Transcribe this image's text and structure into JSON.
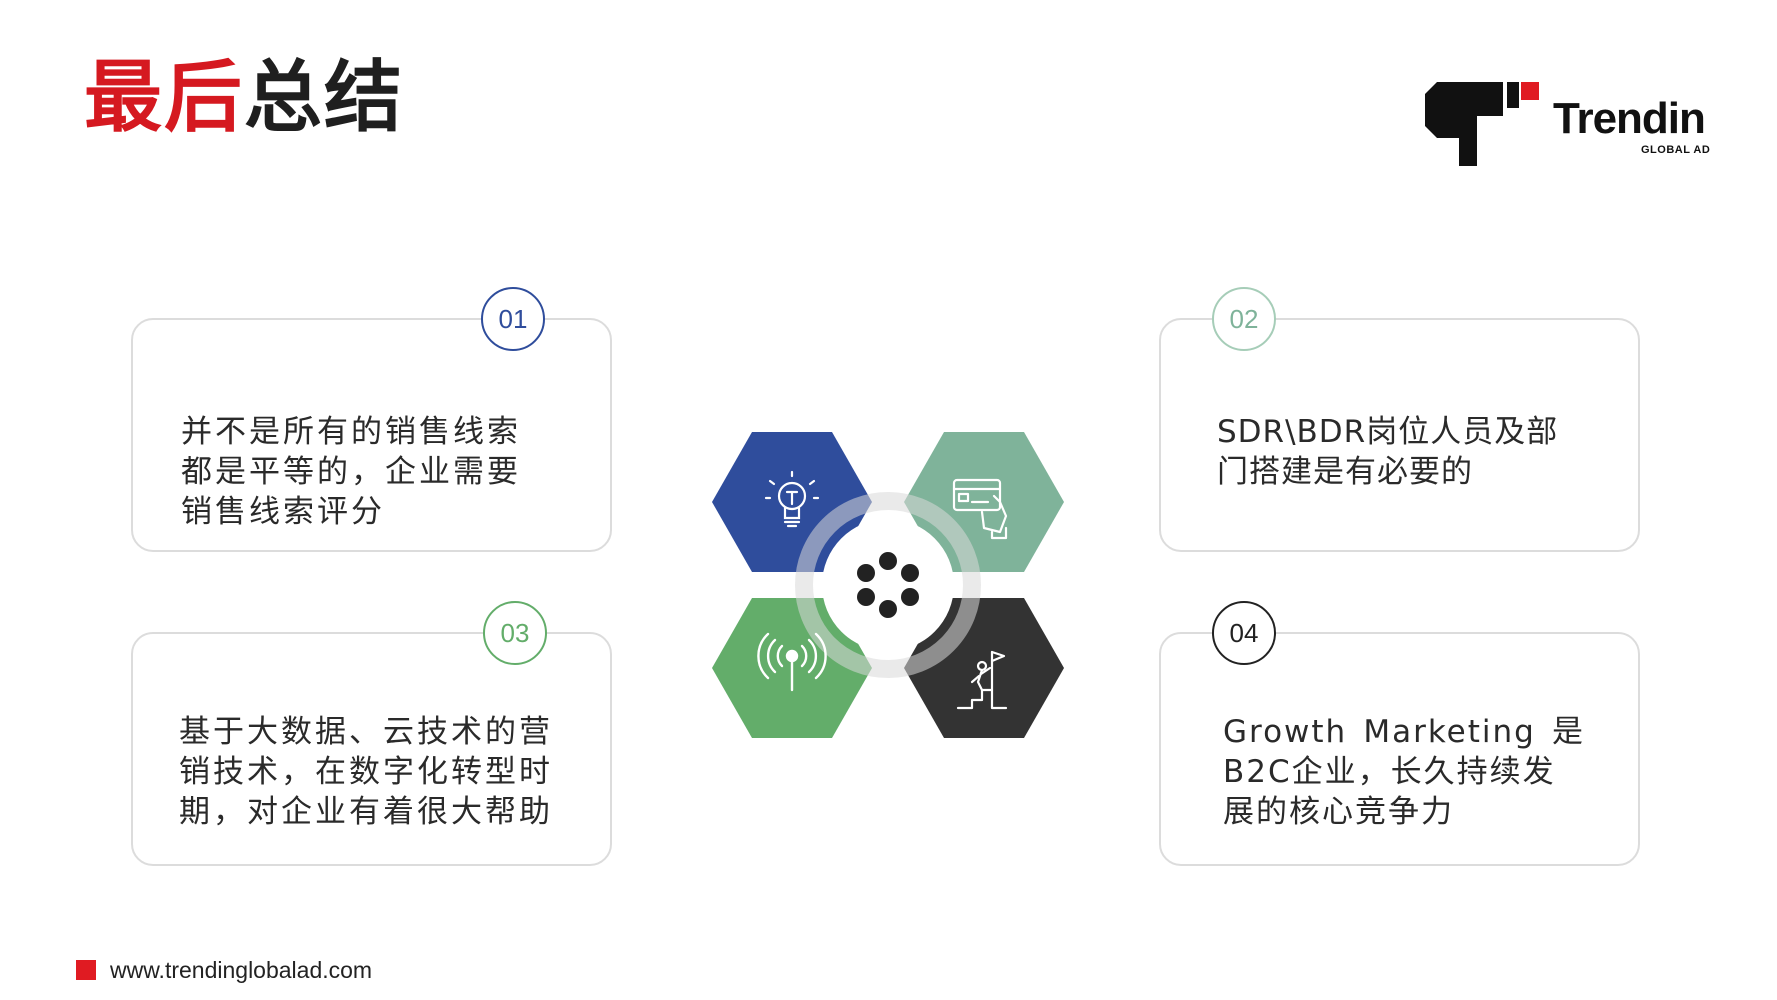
{
  "title": {
    "part_red": "最后",
    "part_dark": "总结"
  },
  "logo": {
    "brand": "Trendin",
    "sub": "GLOBAL AD"
  },
  "colors": {
    "accent_red": "#d51920",
    "hex_blue": "#2f4d9c",
    "hex_sage": "#7fb39a",
    "hex_green": "#63ad6a",
    "hex_dark": "#333333",
    "num_blue": "#2f4d9c",
    "num_sage": "#7fb39a",
    "num_green": "#63ad6a",
    "num_dark": "#222222"
  },
  "cards": [
    {
      "number": "01",
      "lines": [
        "并不是所有的销售线索",
        "都是平等的，企业需要",
        "销售线索评分"
      ]
    },
    {
      "number": "02",
      "lines": [
        "SDR\\BDR岗位人员及部",
        "门搭建是有必要的"
      ]
    },
    {
      "number": "03",
      "lines": [
        "基于大数据、云技术的营",
        "销技术，在数字化转型时",
        "期，对企业有着很大帮助"
      ]
    },
    {
      "number": "04",
      "line1_left": "Growth",
      "line1_mid": "Marketing",
      "line1_right": "是",
      "lines": [
        "B2C企业，长久持续发",
        "展的核心竞争力"
      ]
    }
  ],
  "hex_icons": [
    "lightbulb-icon",
    "credit-card-hand-icon",
    "signal-antenna-icon",
    "climber-flag-icon"
  ],
  "footer": {
    "url": "www.trendinglobalad.com"
  }
}
